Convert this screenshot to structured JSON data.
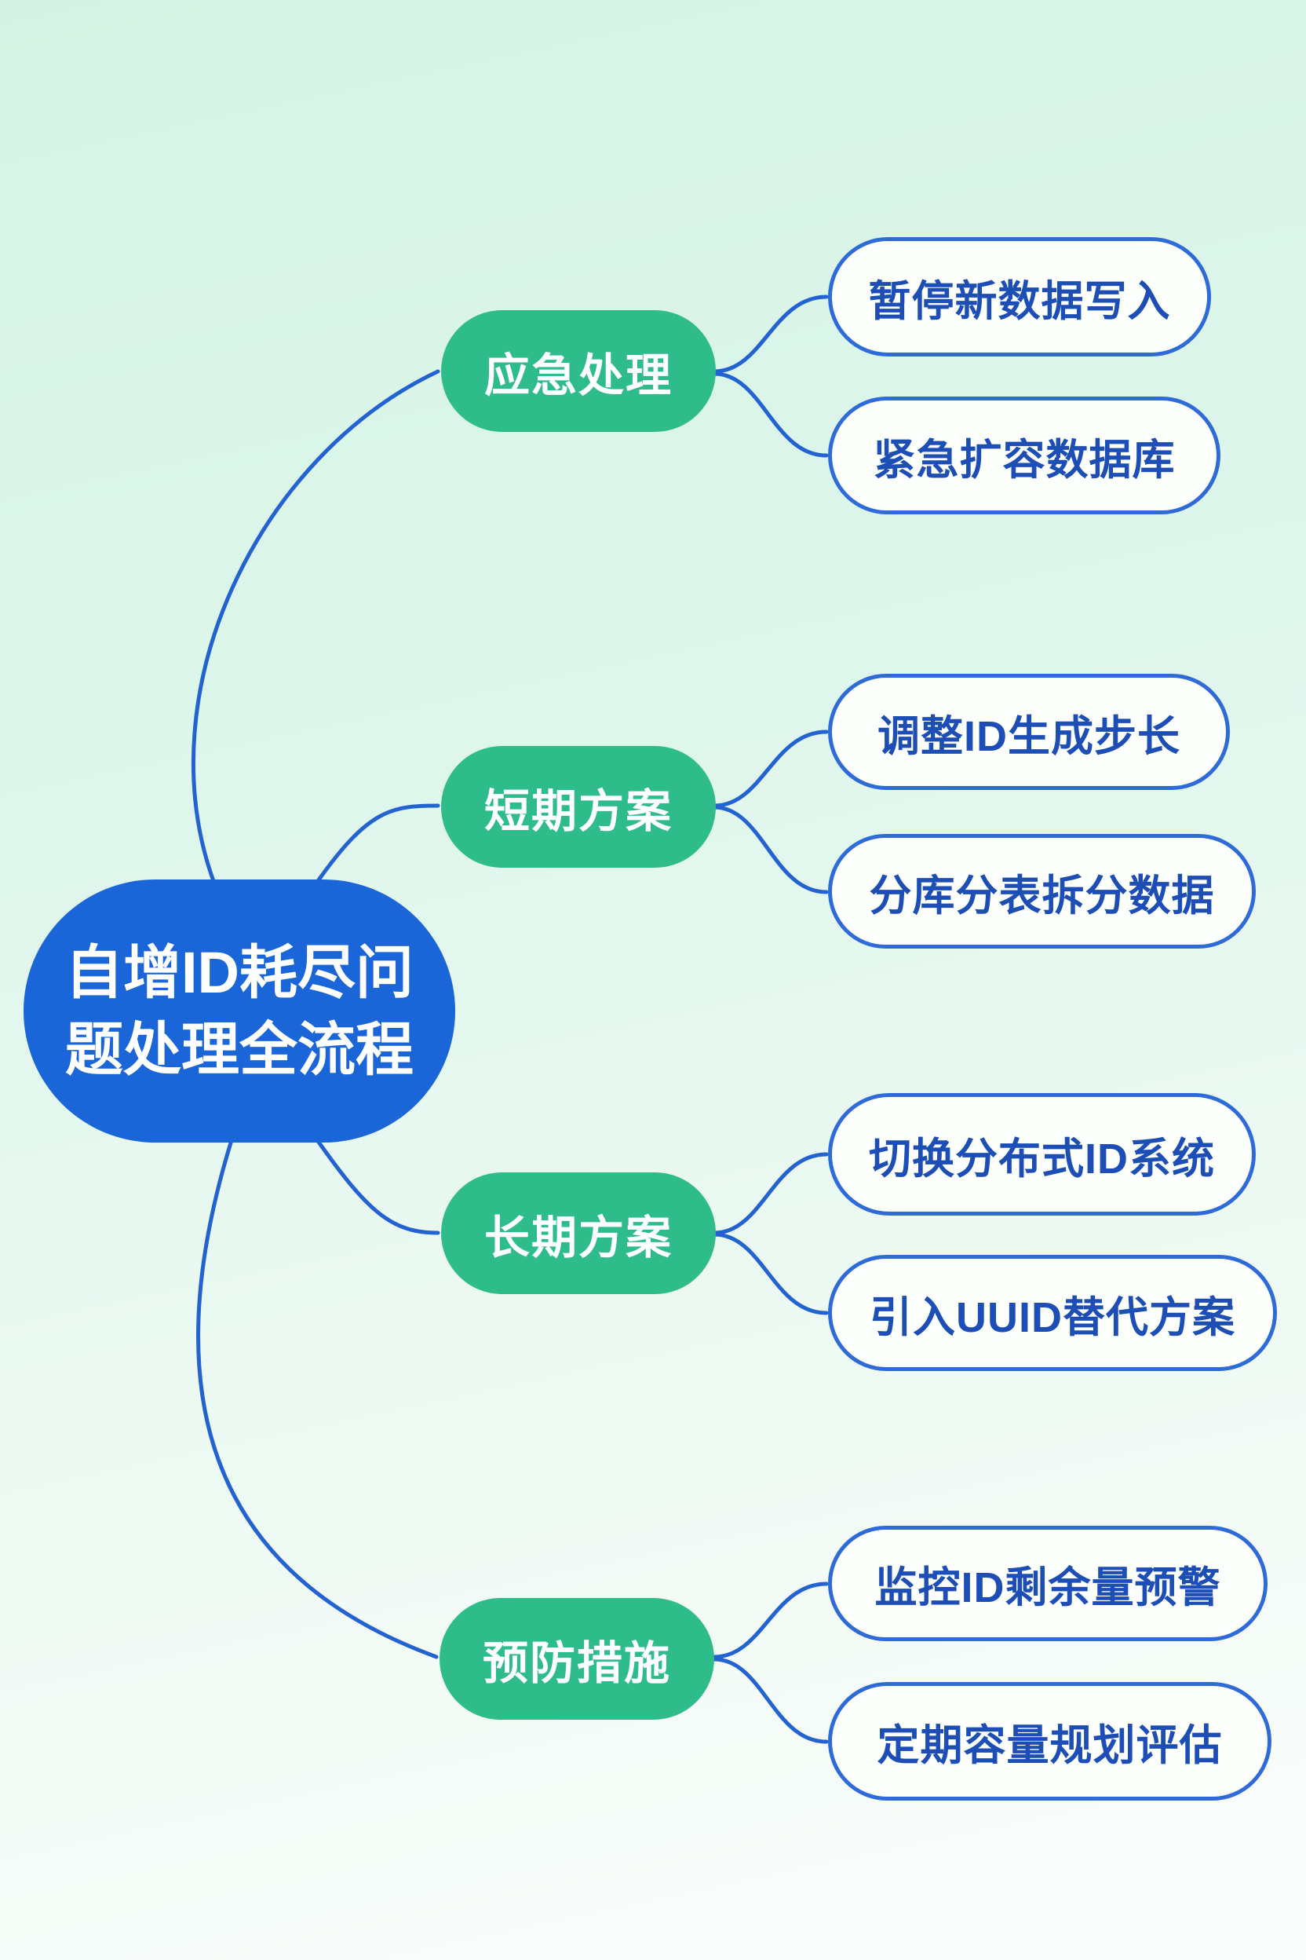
{
  "title": "自增ID耗尽问题处理全流程",
  "colors": {
    "root_fill": "#1a66d9",
    "branch_fill": "#2ebd8a",
    "leaf_fill": "#fdfffd",
    "leaf_border": "#2e6bd9",
    "leaf_text": "#1d4eb5",
    "node_text": "#ffffff",
    "line": "#2362d1",
    "bg_top": "#d5f3e4",
    "bg_mid": "#def6ec",
    "bg_low": "#effaf4",
    "bg_bottom": "#fbfdfc"
  },
  "root": {
    "label": "自增ID耗尽问题处理全流程",
    "label_lines": [
      "自增ID耗尽问",
      "题处理全流程"
    ]
  },
  "branches": [
    {
      "label": "应急处理",
      "children": [
        {
          "label": "暂停新数据写入"
        },
        {
          "label": "紧急扩容数据库"
        }
      ]
    },
    {
      "label": "短期方案",
      "children": [
        {
          "label": "调整ID生成步长"
        },
        {
          "label": "分库分表拆分数据"
        }
      ]
    },
    {
      "label": "长期方案",
      "children": [
        {
          "label": "切换分布式ID系统"
        },
        {
          "label": "引入UUID替代方案"
        }
      ]
    },
    {
      "label": "预防措施",
      "children": [
        {
          "label": "监控ID剩余量预警"
        },
        {
          "label": "定期容量规划评估"
        }
      ]
    }
  ]
}
